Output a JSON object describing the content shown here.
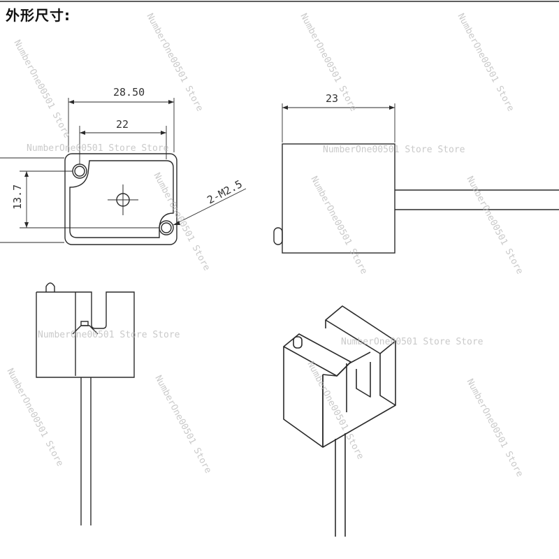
{
  "title": "外形尺寸:",
  "dimensions": {
    "outer_width": "28.50",
    "hole_spacing": "22",
    "height": "13.7",
    "hole_callout": "2-M2.5",
    "side_width": "23"
  },
  "watermark": {
    "text": "NumberOne00501 Store",
    "text_long": "NumberOne00501 Store Store"
  },
  "colors": {
    "line": "#2a2a2a",
    "background": "#ffffff",
    "watermark": "#b8b8b8"
  }
}
